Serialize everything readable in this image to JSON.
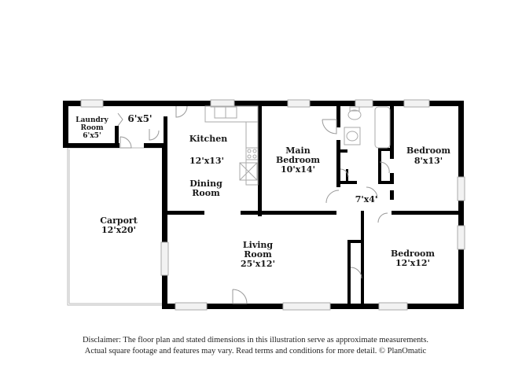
{
  "rooms": {
    "laundry": {
      "name1": "Laundry",
      "name2": "Room",
      "dims": "6'x5'"
    },
    "hall_small": {
      "dims": "6'x5'"
    },
    "kitchen": {
      "name": "Kitchen",
      "dims": "12'x13'"
    },
    "dining": {
      "name1": "Dining",
      "name2": "Room"
    },
    "main_bedroom": {
      "name1": "Main",
      "name2": "Bedroom",
      "dims": "10'x14'"
    },
    "bedroom_ne": {
      "name": "Bedroom",
      "dims": "8'x13'"
    },
    "hall": {
      "dims": "7'x4'"
    },
    "carport": {
      "name": "Carport",
      "dims": "12'x20'"
    },
    "living": {
      "name1": "Living",
      "name2": "Room",
      "dims": "25'x12'"
    },
    "bedroom_se": {
      "name": "Bedroom",
      "dims": "12'x12'"
    }
  },
  "disclaimer": {
    "line1": "Disclaimer: The floor plan and stated dimensions in this illustration serve as approximate measurements.",
    "line2": "Actual square footage and features may vary. Read terms and conditions for more detail. © PlanOmatic"
  }
}
